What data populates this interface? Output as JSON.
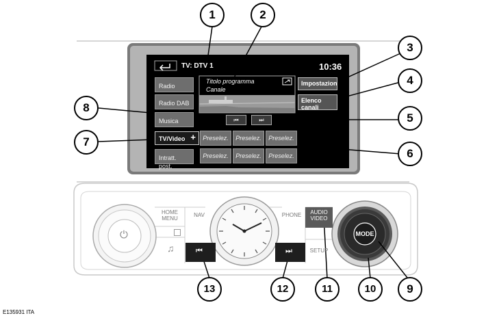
{
  "screen": {
    "title": "TV: DTV 1",
    "time": "10:36",
    "left_menu": [
      "Radio",
      "Radio DAB",
      "Musica",
      "TV/Video",
      "Intratt. post."
    ],
    "selected_item_expander": "+",
    "program_title": "Titolo programma",
    "channel": "Canale",
    "settings_button": "Impostazioni",
    "channel_list_line1": "Elenco",
    "channel_list_line2": "canali",
    "prev_symbol": "⏮",
    "next_symbol": "⏭",
    "presets": [
      "Preselez.",
      "Preselez.",
      "Preselez.",
      "Preselez.",
      "Preselez.",
      "Preselez."
    ]
  },
  "panel": {
    "home_menu_line1": "HOME",
    "home_menu_line2": "MENU",
    "nav": "NAV",
    "phone": "PHONE",
    "audio_video_line1": "AUDIO",
    "audio_video_line2": "VIDEO",
    "setup": "SETUP",
    "mode": "MODE",
    "prev_symbol": "⏮",
    "next_symbol": "⏭",
    "power_symbol": "⏻",
    "music_symbol": "♫"
  },
  "callouts": [
    "1",
    "2",
    "3",
    "4",
    "5",
    "6",
    "7",
    "8",
    "9",
    "10",
    "11",
    "12",
    "13"
  ],
  "caption": "E135931 ITA"
}
